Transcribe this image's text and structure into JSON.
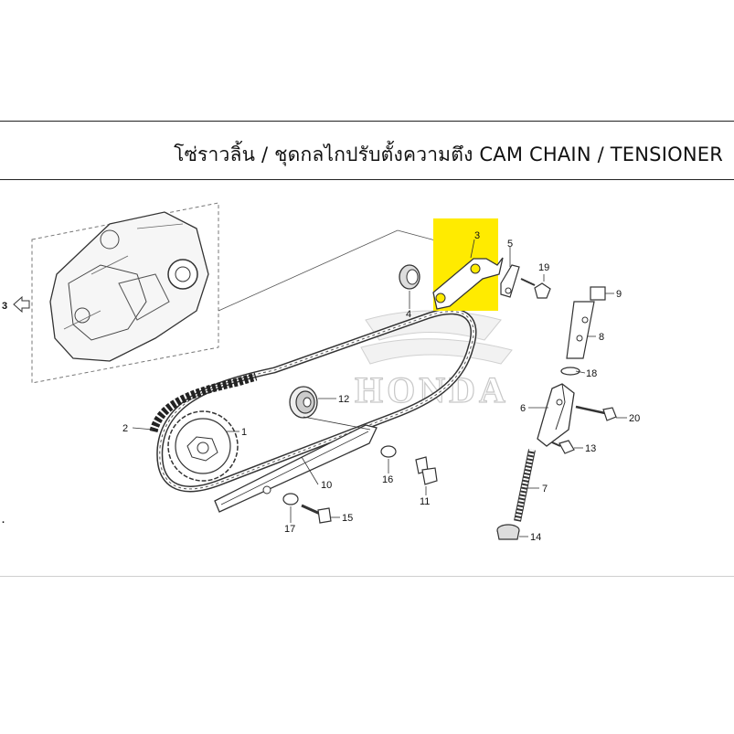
{
  "header": {
    "title": "โซ่ราวลิ้น / ชุดกลไกปรับตั้งความตึง  CAM CHAIN / TENSIONER"
  },
  "watermark": {
    "brand": "HONDA"
  },
  "side_refs": {
    "left_top": "3",
    "left_bottom": "."
  },
  "highlight": {
    "color": "#ffeb00",
    "part": "3"
  },
  "callouts": {
    "p1": "1",
    "p2": "2",
    "p3": "3",
    "p4": "4",
    "p5": "5",
    "p6": "6",
    "p7": "7",
    "p8": "8",
    "p9": "9",
    "p10": "10",
    "p11": "11",
    "p12": "12",
    "p13": "13",
    "p14": "14",
    "p15": "15",
    "p16": "16",
    "p17": "17",
    "p18": "18",
    "p19": "19",
    "p20": "20"
  }
}
